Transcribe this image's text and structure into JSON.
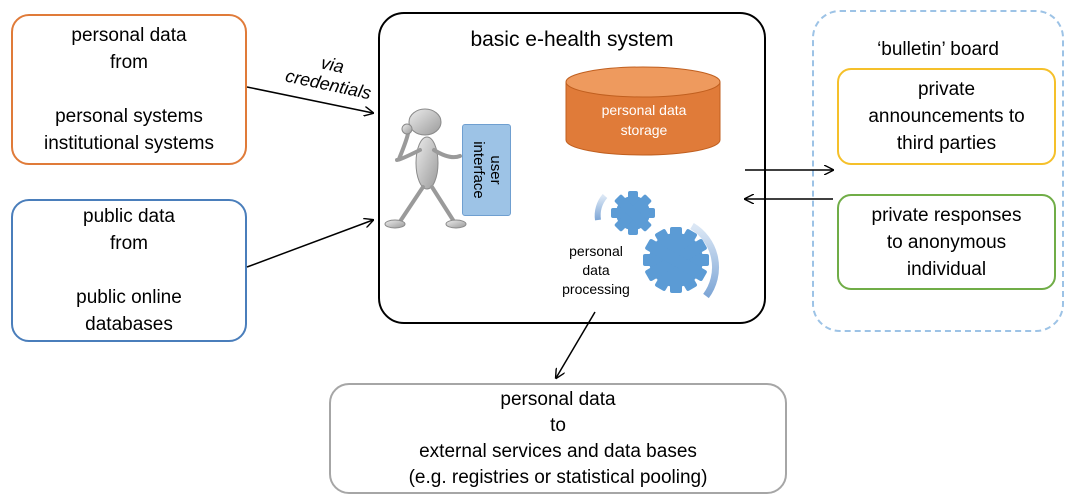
{
  "sources": {
    "personal": {
      "line1": "personal data",
      "line2": "from",
      "line3": "personal systems",
      "line4": "institutional systems"
    },
    "public": {
      "line1": "public data",
      "line2": "from",
      "line3": "public online",
      "line4": "databases"
    }
  },
  "via": {
    "line1": "via",
    "line2": "credentials"
  },
  "ehealth": {
    "title": "basic e-health system",
    "storage_line1": "personal data",
    "storage_line2": "storage",
    "ui_line1": "user",
    "ui_line2": "interface",
    "processing_line1": "personal",
    "processing_line2": "data",
    "processing_line3": "processing"
  },
  "bulletin": {
    "title": "‘bulletin’ board",
    "announce": {
      "line1": "private",
      "line2": "announcements to",
      "line3": "third parties"
    },
    "responses": {
      "line1": "private responses",
      "line2": "to anonymous",
      "line3": "individual"
    }
  },
  "external": {
    "line1": "personal data",
    "line2": "to",
    "line3": "external services and data bases",
    "line4": "(e.g. registries or statistical pooling)"
  },
  "colors": {
    "personal_border": "#e07b39",
    "public_border": "#4a7ebb",
    "storage_fill": "#e07b39",
    "gear_fill": "#5b9bd5",
    "announce_border": "#f5c02a",
    "responses_border": "#70ad47",
    "bulletin_border": "#9dc3e6",
    "external_border": "#a6a6a6"
  },
  "icons": [
    "stick-figure-icon",
    "database-cylinder-icon",
    "gears-icon"
  ]
}
